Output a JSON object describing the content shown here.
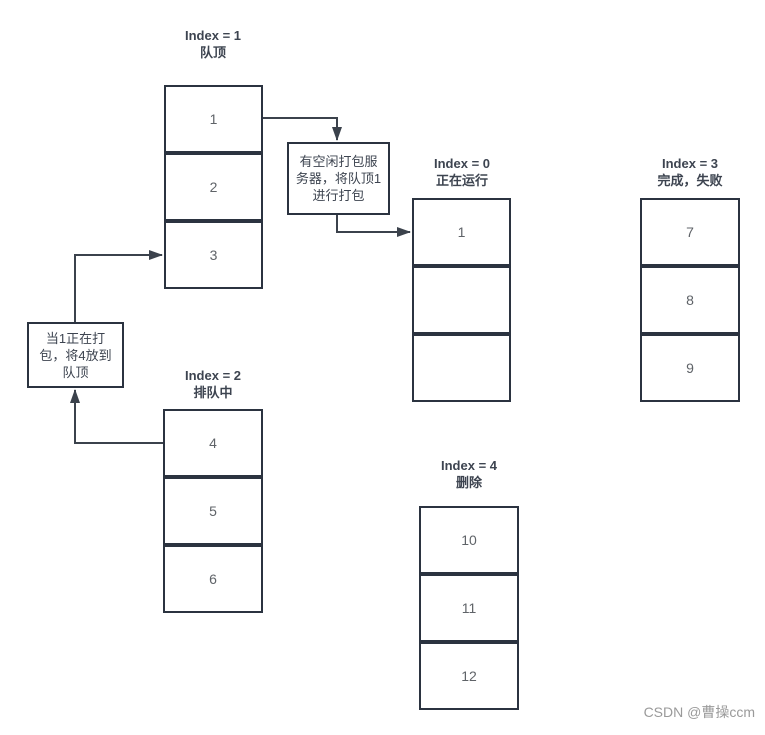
{
  "diagram": {
    "stacks": [
      {
        "id": "stack-queue-top",
        "index_label": "Index = 1",
        "state_label": "队顶",
        "cells": [
          "1",
          "2",
          "3"
        ]
      },
      {
        "id": "stack-running",
        "index_label": "Index = 0",
        "state_label": "正在运行",
        "cells": [
          "1",
          "",
          ""
        ]
      },
      {
        "id": "stack-finished",
        "index_label": "Index = 3",
        "state_label": "完成，失败",
        "cells": [
          "7",
          "8",
          "9"
        ]
      },
      {
        "id": "stack-queuing",
        "index_label": "Index = 2",
        "state_label": "排队中",
        "cells": [
          "4",
          "5",
          "6"
        ]
      },
      {
        "id": "stack-deleted",
        "index_label": "Index = 4",
        "state_label": "删除",
        "cells": [
          "10",
          "11",
          "12"
        ]
      }
    ],
    "notes": [
      {
        "id": "note-pack",
        "text": "有空闲打包服务器，将队顶1进行打包"
      },
      {
        "id": "note-queue-top",
        "text": "当1正在打包，将4放到队顶"
      }
    ],
    "watermark": "CSDN @曹操ccm",
    "colors": {
      "background": "#ffffff",
      "box_border": "#2b3340",
      "arrow": "#3b424c",
      "cell_text": "#5f6368",
      "label_text": "#3d4450",
      "watermark_text": "#9a9a9a"
    }
  }
}
